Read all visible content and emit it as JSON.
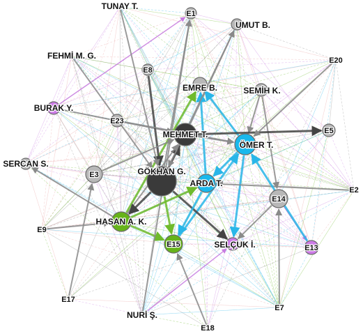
{
  "colors": {
    "gray": "#b8b8b8",
    "dark": "#3a3a3a",
    "cyan": "#1ab8ec",
    "green": "#66b31a",
    "purple": "#cc7ae6",
    "edge_gray": "#8a8a8a",
    "edge_dark": "#444444",
    "edge_cyan": "#29b6e8",
    "edge_green": "#6fba2c",
    "edge_purple": "#c77de0"
  },
  "nodes": [
    {
      "id": "tunay",
      "label": "TUNAY T.",
      "color": "none"
    },
    {
      "id": "e1",
      "label": "E1",
      "color": "gray"
    },
    {
      "id": "umut",
      "label": "UMUT B.",
      "color": "gray"
    },
    {
      "id": "fehmi",
      "label": "FEHMİ M. G.",
      "color": "none"
    },
    {
      "id": "e20",
      "label": "E20",
      "color": "none"
    },
    {
      "id": "e8",
      "label": "E8",
      "color": "gray"
    },
    {
      "id": "emre",
      "label": "EMRE B.",
      "color": "gray"
    },
    {
      "id": "semih",
      "label": "SEMİH K.",
      "color": "gray"
    },
    {
      "id": "burak",
      "label": "BURAK Y.",
      "color": "purple"
    },
    {
      "id": "e23",
      "label": "E23",
      "color": "gray"
    },
    {
      "id": "mehmet",
      "label": "MEHMET T.",
      "color": "dark"
    },
    {
      "id": "omer",
      "label": "ÖMER T.",
      "color": "cyan"
    },
    {
      "id": "e5",
      "label": "E5",
      "color": "gray"
    },
    {
      "id": "sercan",
      "label": "SERCAN S.",
      "color": "gray"
    },
    {
      "id": "e3",
      "label": "E3",
      "color": "gray"
    },
    {
      "id": "gokhan",
      "label": "GÖKHAN G.",
      "color": "dark"
    },
    {
      "id": "arda",
      "label": "ARDA T.",
      "color": "cyan"
    },
    {
      "id": "e2",
      "label": "E2",
      "color": "none"
    },
    {
      "id": "e14",
      "label": "E14",
      "color": "gray"
    },
    {
      "id": "e9",
      "label": "E9",
      "color": "none"
    },
    {
      "id": "hasan",
      "label": "HASAN A. K.",
      "color": "green"
    },
    {
      "id": "e15",
      "label": "E15",
      "color": "green"
    },
    {
      "id": "selcuk",
      "label": "SELÇUK İ.",
      "color": "purple"
    },
    {
      "id": "e13",
      "label": "E13",
      "color": "purple"
    },
    {
      "id": "e17",
      "label": "E17",
      "color": "none"
    },
    {
      "id": "nuri",
      "label": "NURİ Ş.",
      "color": "none"
    },
    {
      "id": "e7",
      "label": "E7",
      "color": "none"
    },
    {
      "id": "e18",
      "label": "E18",
      "color": "none"
    }
  ],
  "edges": [
    {
      "from": "gokhan",
      "to": "mehmet",
      "color": "edge_dark"
    },
    {
      "from": "mehmet",
      "to": "umut",
      "color": "edge_gray"
    },
    {
      "from": "gokhan",
      "to": "e1",
      "color": "edge_gray"
    },
    {
      "from": "hasan",
      "to": "emre",
      "color": "edge_green"
    },
    {
      "from": "hasan",
      "to": "mehmet",
      "color": "edge_gray"
    },
    {
      "from": "omer",
      "to": "emre",
      "color": "edge_cyan"
    },
    {
      "from": "omer",
      "to": "arda",
      "color": "edge_cyan"
    },
    {
      "from": "omer",
      "to": "selcuk",
      "color": "edge_cyan"
    },
    {
      "from": "semih",
      "to": "omer",
      "color": "edge_gray"
    },
    {
      "from": "arda",
      "to": "emre",
      "color": "edge_cyan"
    },
    {
      "from": "e15",
      "to": "omer",
      "color": "edge_cyan"
    },
    {
      "from": "gokhan",
      "to": "hasan",
      "color": "edge_dark"
    },
    {
      "from": "gokhan",
      "to": "e15",
      "color": "edge_green"
    },
    {
      "from": "gokhan",
      "to": "selcuk",
      "color": "edge_dark"
    },
    {
      "from": "mehmet",
      "to": "omer",
      "color": "edge_gray"
    },
    {
      "from": "hasan",
      "to": "sercan",
      "color": "edge_gray"
    },
    {
      "from": "hasan",
      "to": "e15",
      "color": "edge_green"
    },
    {
      "from": "hasan",
      "to": "arda",
      "color": "edge_green"
    },
    {
      "from": "burak",
      "to": "e1",
      "color": "edge_purple"
    },
    {
      "from": "burak",
      "to": "mehmet",
      "color": "edge_gray"
    },
    {
      "from": "e14",
      "to": "selcuk",
      "color": "edge_gray"
    },
    {
      "from": "e14",
      "to": "e13",
      "color": "edge_purple"
    },
    {
      "from": "nuri",
      "to": "selcuk",
      "color": "edge_purple"
    },
    {
      "from": "nuri",
      "to": "e1",
      "color": "edge_gray"
    },
    {
      "from": "fehmi",
      "to": "gokhan",
      "color": "edge_gray"
    },
    {
      "from": "e8",
      "to": "gokhan",
      "color": "edge_dark"
    },
    {
      "from": "e23",
      "to": "omer",
      "color": "edge_gray"
    },
    {
      "from": "e3",
      "to": "mehmet",
      "color": "edge_gray"
    },
    {
      "from": "arda",
      "to": "e15",
      "color": "edge_cyan"
    },
    {
      "from": "semih",
      "to": "e14",
      "color": "edge_gray"
    },
    {
      "from": "mehmet",
      "to": "e5",
      "color": "edge_dark"
    },
    {
      "from": "tunay",
      "to": "gokhan",
      "color": "edge_gray"
    },
    {
      "from": "umut",
      "to": "gokhan",
      "color": "edge_gray"
    },
    {
      "from": "e18",
      "to": "e15",
      "color": "edge_gray"
    },
    {
      "from": "e9",
      "to": "hasan",
      "color": "edge_gray"
    },
    {
      "from": "e17",
      "to": "e3",
      "color": "edge_gray"
    },
    {
      "from": "e2",
      "to": "arda",
      "color": "edge_gray"
    },
    {
      "from": "e20",
      "to": "omer",
      "color": "edge_gray"
    },
    {
      "from": "e7",
      "to": "e14",
      "color": "edge_gray"
    },
    {
      "from": "e13",
      "to": "omer",
      "color": "edge_cyan"
    }
  ]
}
